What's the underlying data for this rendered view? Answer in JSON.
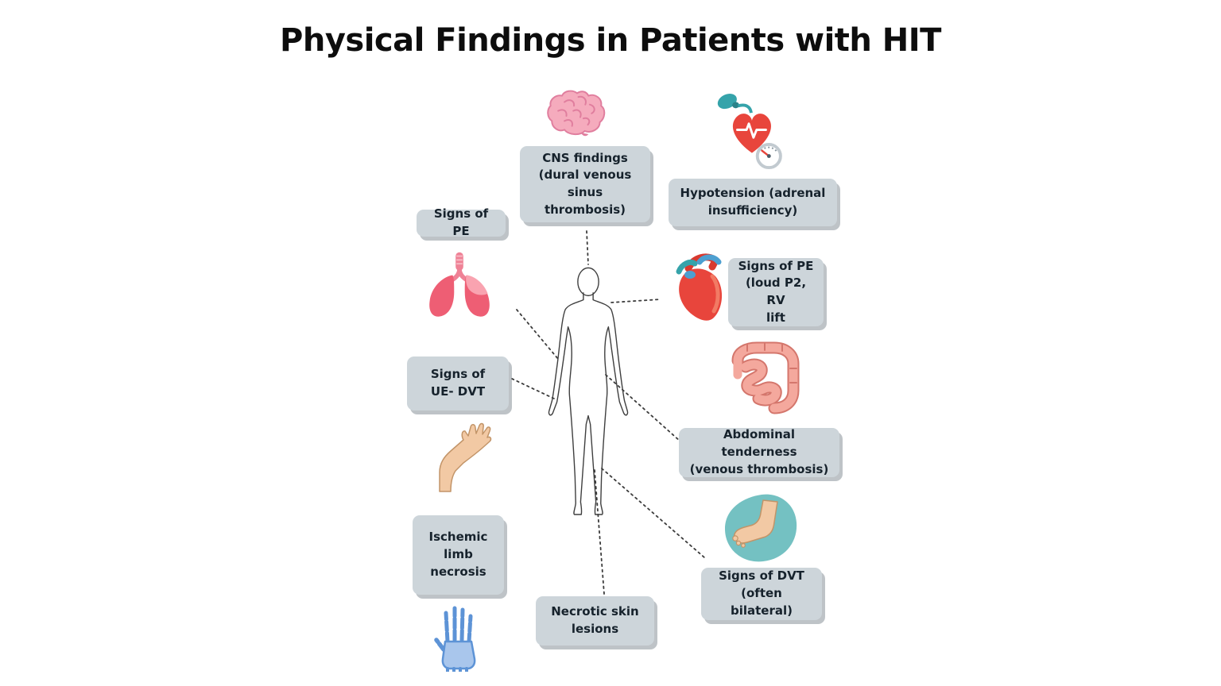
{
  "title": "Physical Findings in Patients with HIT",
  "boxes": {
    "cns": "CNS findings\n(dural venous\nsinus thrombosis)",
    "hypotension": "Hypotension (adrenal\ninsufficiency)",
    "pe_left": "Signs of PE",
    "pe_right": "Signs of PE\n(loud P2, RV\nlift",
    "ue_dvt": "Signs of\nUE- DVT",
    "abdominal": "Abdominal tenderness\n(venous thrombosis)",
    "ischemic": "Ischemic\nlimb\nnecrosis",
    "necrotic": "Necrotic skin\nlesions",
    "dvt": "Signs of DVT\n(often bilateral)"
  },
  "icons": {
    "brain": "brain-icon",
    "blood_pressure": "blood-pressure-monitor-icon",
    "lungs": "lungs-icon",
    "heart": "heart-icon",
    "intestines": "intestines-icon",
    "arm": "arm-icon",
    "skeletal_hand": "skeletal-hand-icon",
    "foot": "foot-icon",
    "body": "human-body-figure"
  },
  "colors": {
    "background": "#ffffff",
    "box_bg": "#cdd5da",
    "box_shadow": "#8f9aa2",
    "title_text": "#0d0d0d",
    "box_text": "#16222c",
    "brain_pink": "#f5abbd",
    "heart_red": "#e8453c",
    "lung_pink": "#ee5e74",
    "teal": "#35a3aa",
    "skin": "#f2c9a4",
    "bone_blue": "#5d93d6",
    "intestine_pink": "#f4a89d"
  }
}
